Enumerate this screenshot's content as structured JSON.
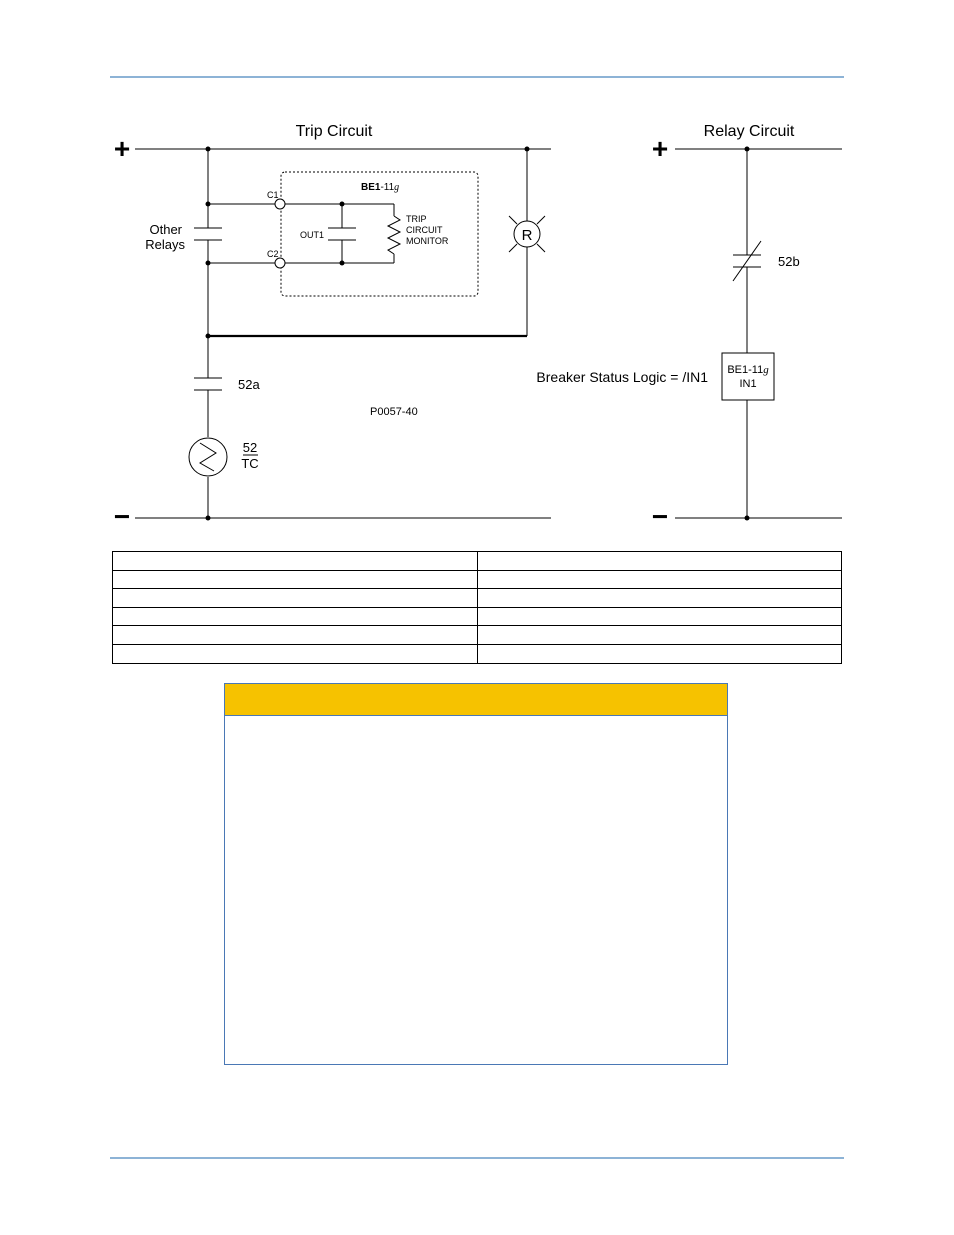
{
  "diagram": {
    "trip_title": "Trip Circuit",
    "relay_title": "Relay Circuit",
    "plus_sign": "+",
    "minus_sign": "−",
    "other_relays_line1": "Other",
    "other_relays_line2": "Relays",
    "device_name_bold": "BE1",
    "device_name_rest": "-11",
    "device_suffix": "g",
    "terminal_c1": "C1",
    "terminal_c2": "C2",
    "out1_label": "OUT1",
    "tcm_line1": "TRIP",
    "tcm_line2": "CIRCUIT",
    "tcm_line3": "MONITOR",
    "lamp_label": "R",
    "contact_52a": "52a",
    "drawing_number": "P0057-40",
    "coil_top": "52",
    "coil_bottom": "TC",
    "contact_52b": "52b",
    "breaker_logic": "Breaker Status Logic = /IN1",
    "box_line1": "BE1-11",
    "box_suffix": "g",
    "box_line2": "IN1"
  },
  "table": {
    "rows": [
      [
        "",
        ""
      ],
      [
        "",
        ""
      ],
      [
        "",
        ""
      ],
      [
        "",
        ""
      ],
      [
        "",
        ""
      ],
      [
        "",
        ""
      ]
    ]
  },
  "note": {
    "header": "",
    "body": ""
  },
  "colors": {
    "rule": "#8db3d6",
    "note_header": "#f6c200",
    "note_border": "#4a78b5"
  }
}
